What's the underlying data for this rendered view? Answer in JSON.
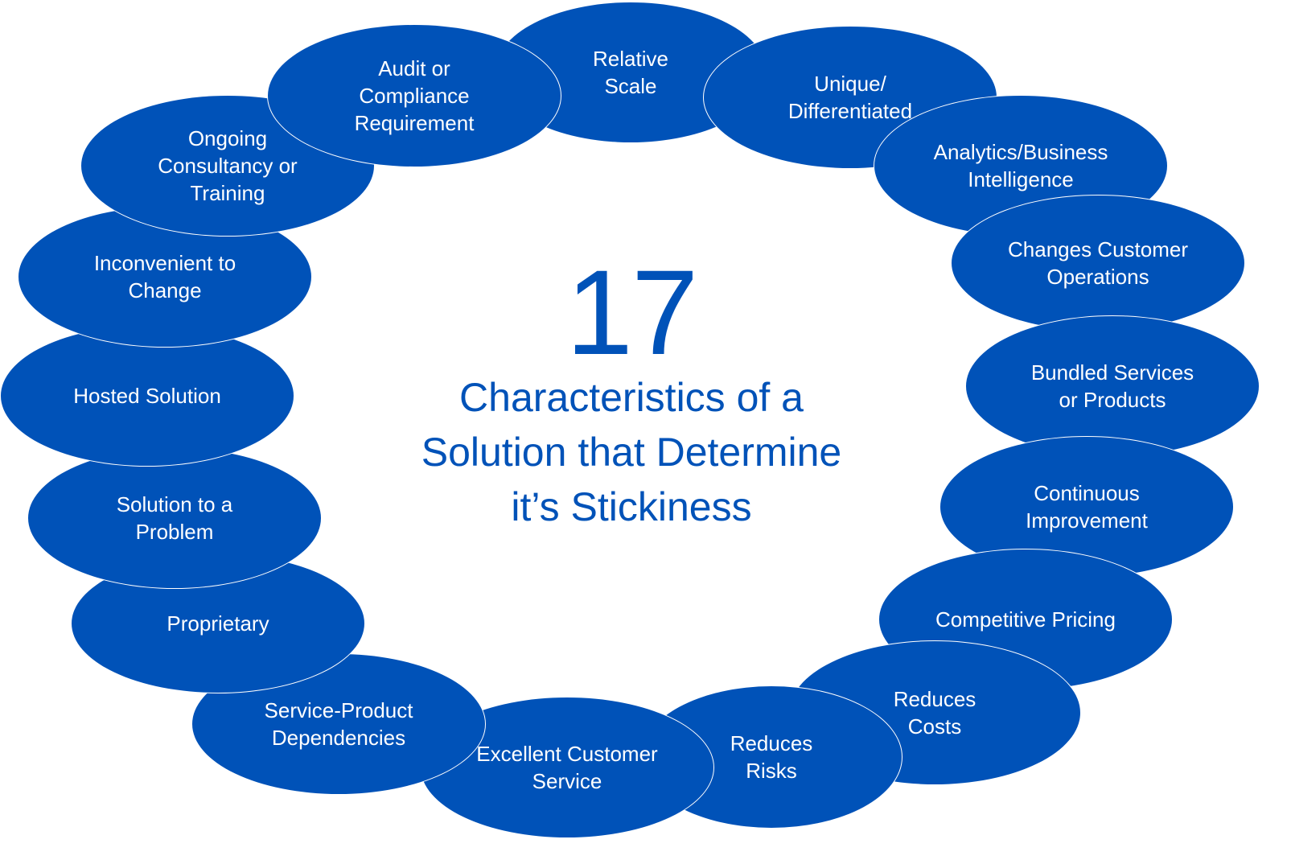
{
  "theme": {
    "bubble_fill": "#0052b8",
    "bubble_text": "#ffffff",
    "bubble_outline": "#ffffff",
    "title_color": "#0052b8",
    "background": "#ffffff"
  },
  "center": {
    "number": "17",
    "title": "Characteristics of a\nSolution that Determine\nit’s Stickiness"
  },
  "bubbles": [
    {
      "id": "relative-scale",
      "label": "Relative\nScale"
    },
    {
      "id": "unique-differentiated",
      "label": "Unique/\nDifferentiated"
    },
    {
      "id": "analytics-business-intelligence",
      "label": "Analytics/Business\nIntelligence"
    },
    {
      "id": "changes-customer-operations",
      "label": "Changes Customer\nOperations"
    },
    {
      "id": "bundled-services-or-products",
      "label": "Bundled Services\nor Products"
    },
    {
      "id": "continuous-improvement",
      "label": "Continuous\nImprovement"
    },
    {
      "id": "competitive-pricing",
      "label": "Competitive Pricing"
    },
    {
      "id": "reduces-costs",
      "label": "Reduces\nCosts"
    },
    {
      "id": "reduces-risks",
      "label": "Reduces\nRisks"
    },
    {
      "id": "excellent-customer-service",
      "label": "Excellent Customer\nService"
    },
    {
      "id": "service-product-dependencies",
      "label": "Service-Product\nDependencies"
    },
    {
      "id": "proprietary",
      "label": "Proprietary"
    },
    {
      "id": "solution-to-a-problem",
      "label": "Solution to a\nProblem"
    },
    {
      "id": "hosted-solution",
      "label": "Hosted Solution"
    },
    {
      "id": "inconvenient-to-change",
      "label": "Inconvenient to\nChange"
    },
    {
      "id": "ongoing-consultancy-or-training",
      "label": "Ongoing\nConsultancy or\nTraining"
    },
    {
      "id": "audit-or-compliance-requirement",
      "label": "Audit or\nCompliance\nRequirement"
    }
  ]
}
